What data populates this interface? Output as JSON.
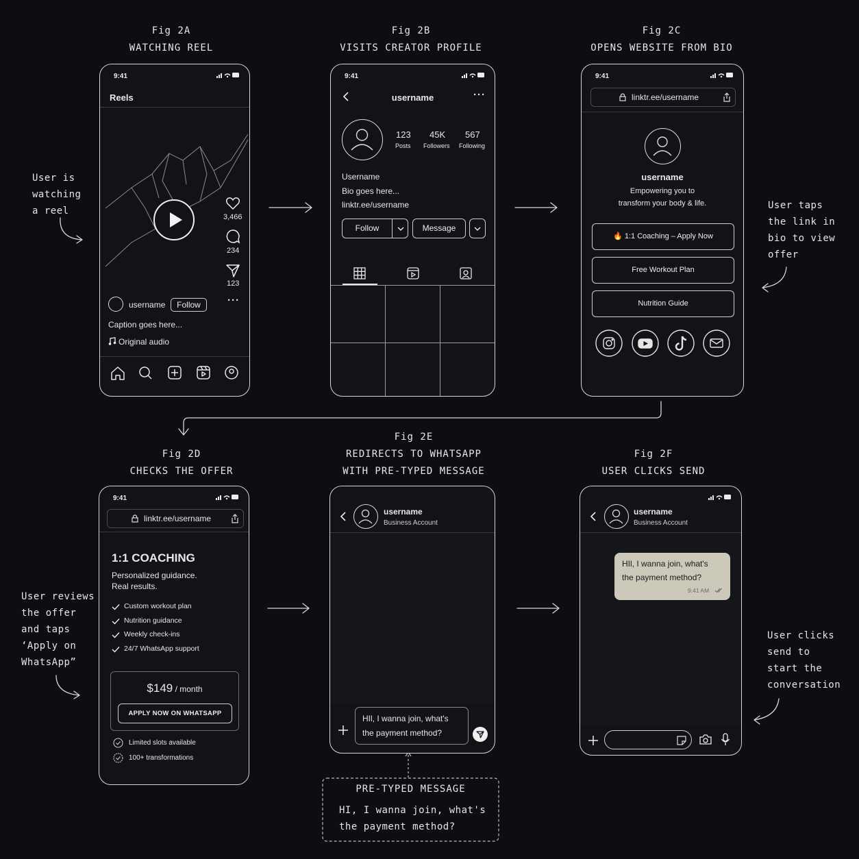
{
  "figures": {
    "a": {
      "fig": "Fig 2A",
      "title": "WATCHING REEL"
    },
    "b": {
      "fig": "Fig 2B",
      "title": "VISITS CREATOR PROFILE"
    },
    "c": {
      "fig": "Fig 2C",
      "title": "OPENS WEBSITE FROM BIO"
    },
    "d": {
      "fig": "Fig 2D",
      "title": "CHECKS THE OFFER"
    },
    "e": {
      "fig": "Fig 2E",
      "title1": "REDIRECTS TO WHATSAPP",
      "title2": "WITH PRE-TYPED MESSAGE"
    },
    "f": {
      "fig": "Fig 2F",
      "title": "USER CLICKS SEND"
    }
  },
  "notes": {
    "a": [
      "User is",
      "watching",
      "a reel"
    ],
    "c": [
      "User taps",
      "the link in",
      "bio to view",
      "offer"
    ],
    "d": [
      "User reviews",
      "the offer",
      "and taps",
      "‘Apply on",
      "WhatsApp”"
    ],
    "f": [
      "User clicks",
      "send to",
      "start the",
      "conversation"
    ]
  },
  "status_time": "9:41",
  "reel": {
    "header": "Reels",
    "likes": "3,466",
    "comments": "234",
    "shares": "123",
    "username": "username",
    "follow": "Follow",
    "caption": "Caption goes here...",
    "audio": "Original audio"
  },
  "profile": {
    "username": "username",
    "posts_count": "123",
    "posts_label": "Posts",
    "followers_count": "45K",
    "followers_label": "Followers",
    "following_count": "567",
    "following_label": "Following",
    "name": "Username",
    "bio": "Bio goes here...",
    "link": "linktr.ee/username",
    "follow": "Follow",
    "message": "Message"
  },
  "linktree": {
    "url": "linktr.ee/username",
    "username": "username",
    "tagline1": "Empowering you to",
    "tagline2": "transform your body & life.",
    "links": [
      "1:1 Coaching – Apply Now",
      "Free Workout Plan",
      "Nutrition Guide"
    ],
    "socials": [
      "instagram-icon",
      "youtube-icon",
      "tiktok-icon",
      "mail-icon"
    ]
  },
  "offer": {
    "url": "linktr.ee/username",
    "title": "1:1 COACHING",
    "sub1": "Personalized guidance.",
    "sub2": "Real results.",
    "features": [
      "Custom workout plan",
      "Nutrition guidance",
      "Weekly check-ins",
      "24/7 WhatsApp support"
    ],
    "price": "$149",
    "per": " / month",
    "cta": "APPLY NOW ON WHATSAPP",
    "badges": [
      "Limited slots available",
      "100+ transformations"
    ]
  },
  "chat": {
    "username": "username",
    "account": "Business Account",
    "draft1": "HIl, I wanna join, what's",
    "draft2": "the payment method?",
    "sent1": "HIl, I wanna join, what's",
    "sent2": "the payment method?",
    "sent_time": "9:41 AM"
  },
  "callout": {
    "title": "PRE-TYPED MESSAGE",
    "line1": "HI, I wanna join, what's",
    "line2": "the payment method?"
  }
}
